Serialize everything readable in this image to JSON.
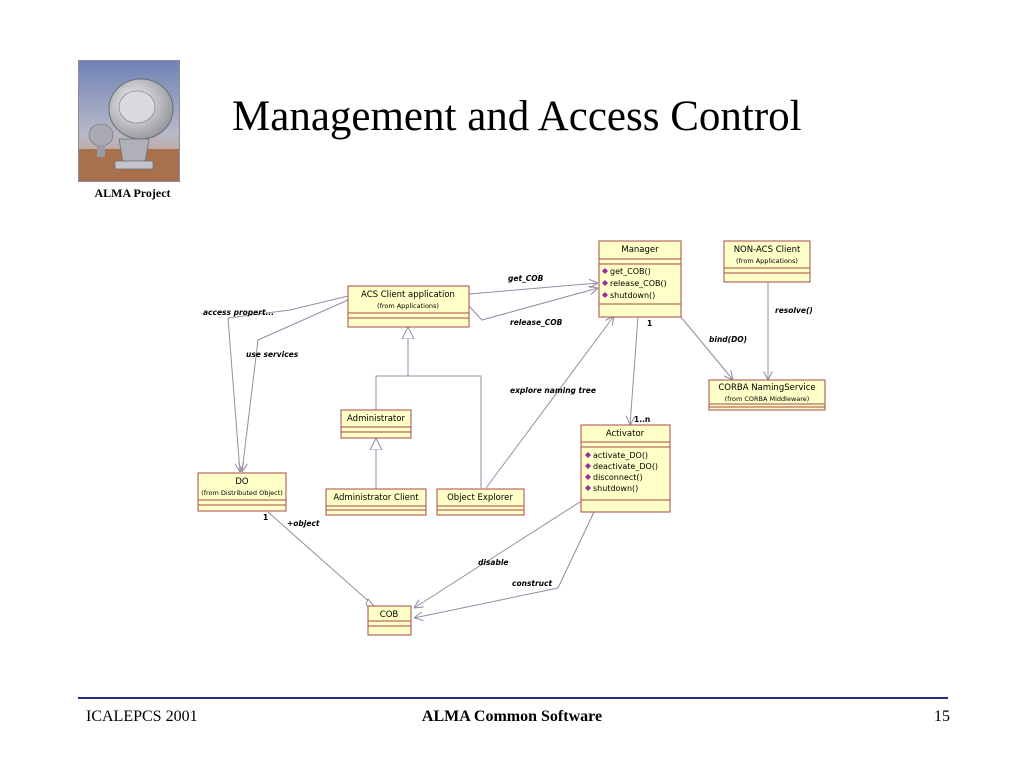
{
  "slide": {
    "title": "Management and Access Control",
    "logo_caption": "ALMA Project"
  },
  "footer": {
    "left": "ICALEPCS 2001",
    "center": "ALMA Common Software",
    "page": "15"
  },
  "diagram": {
    "classes": {
      "manager": {
        "name": "Manager",
        "ops": [
          "get_COB()",
          "release_COB()",
          "shutdown()"
        ]
      },
      "non_acs_client": {
        "name": "NON-ACS Client",
        "sub": "(from Applications)"
      },
      "acs_client": {
        "name": "ACS Client application",
        "sub": "(from Applications)"
      },
      "corba_naming": {
        "name": "CORBA NamingService",
        "sub": "(from CORBA Middleware)"
      },
      "administrator": {
        "name": "Administrator"
      },
      "activator": {
        "name": "Activator",
        "ops": [
          "activate_DO()",
          "deactivate_DO()",
          "disconnect()",
          "shutdown()"
        ]
      },
      "do": {
        "name": "DO",
        "sub": "(from Distributed Object)"
      },
      "admin_client": {
        "name": "Administrator Client"
      },
      "object_explorer": {
        "name": "Object Explorer"
      },
      "cob": {
        "name": "COB"
      }
    },
    "edge_labels": {
      "get_cob": "get_COB",
      "release_cob": "release_COB",
      "access_propert": "access propert...",
      "use_services": "use services",
      "bind_do": "bind(DO)",
      "resolve": "resolve()",
      "explore_naming_tree": "explore naming tree",
      "disable": "disable",
      "construct": "construct",
      "object_role": "+object"
    },
    "multiplicities": {
      "manager_end": "1",
      "activator_end": "1..n",
      "do_end": "1"
    },
    "colors": {
      "class_fill": "#ffffc8",
      "class_border": "#a84a4a",
      "edge": "#9a8aa4",
      "op_marker": "#9b2aa0"
    }
  }
}
